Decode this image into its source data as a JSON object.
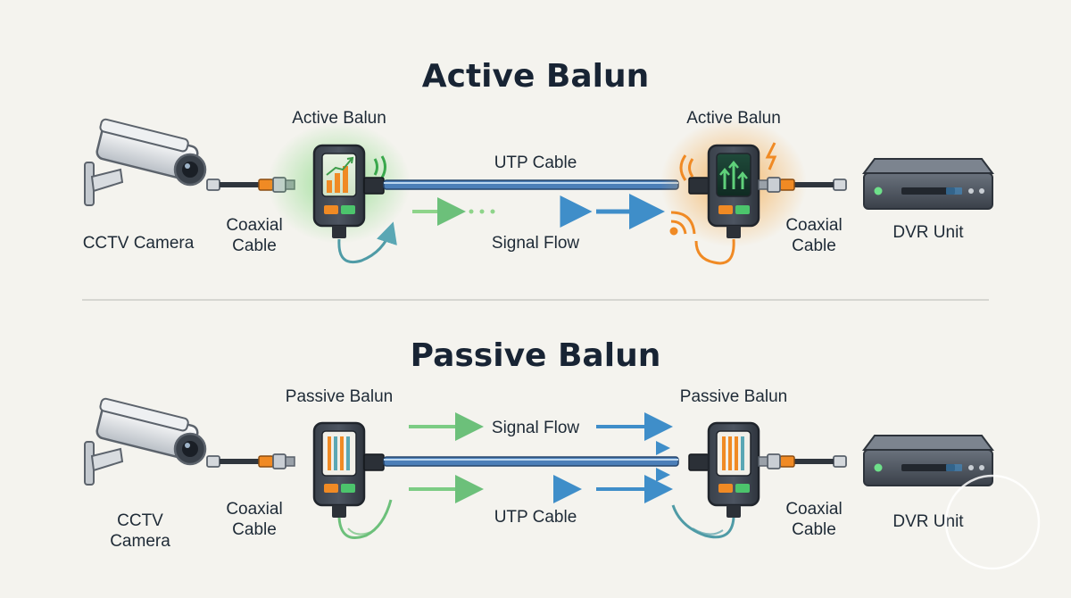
{
  "active": {
    "title": "Active Balun",
    "balun_left_label": "Active Balun",
    "balun_right_label": "Active Balun",
    "utp_label": "UTP Cable",
    "signal_label": "Signal Flow",
    "camera_label": "CCTV Camera",
    "coax_left": [
      "Coaxial",
      "Cable"
    ],
    "coax_right": [
      "Coaxial",
      "Cable"
    ],
    "dvr_label": "DVR Unit"
  },
  "passive": {
    "title": "Passive Balun",
    "balun_left_label": "Passive Balun",
    "balun_right_label": "Passive Balun",
    "signal_label": "Signal Flow",
    "utp_label": "UTP Cable",
    "camera_label": [
      "CCTV",
      "Camera"
    ],
    "coax_left": [
      "Coaxial",
      "Cable"
    ],
    "coax_right": [
      "Coaxial",
      "Cable"
    ],
    "dvr_label": "DVR Unit"
  },
  "colors": {
    "background": "#f4f3ee",
    "utp_cable": "#4c7fb8",
    "active_glow_left": "#7fd87a",
    "active_glow_right": "#f5a23a",
    "arrow_green": "#6cc07a",
    "arrow_blue": "#3f8ec9",
    "orange_accent": "#f08a24"
  }
}
